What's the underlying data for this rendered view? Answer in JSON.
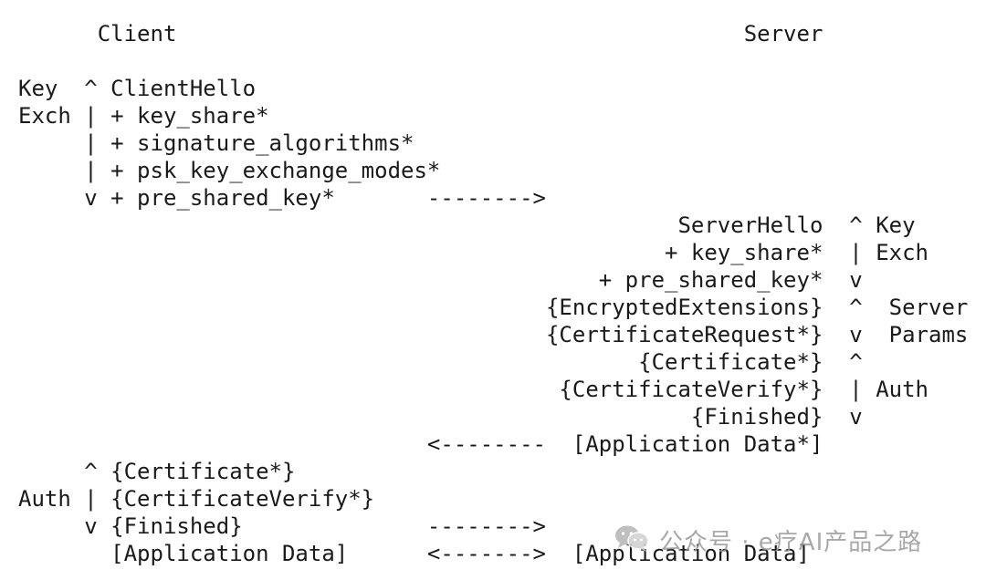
{
  "diagram": {
    "lines": [
      "      Client                                           Server",
      "",
      "Key  ^ ClientHello",
      "Exch | + key_share*",
      "     | + signature_algorithms*",
      "     | + psk_key_exchange_modes*",
      "     v + pre_shared_key*       -------->",
      "                                                  ServerHello  ^ Key",
      "                                                 + key_share*  | Exch",
      "                                            + pre_shared_key*  v",
      "                                        {EncryptedExtensions}  ^  Server",
      "                                        {CertificateRequest*}  v  Params",
      "                                               {Certificate*}  ^",
      "                                         {CertificateVerify*}  | Auth",
      "                                                   {Finished}  v",
      "                               <--------  [Application Data*]",
      "     ^ {Certificate*}",
      "Auth | {CertificateVerify*}",
      "     v {Finished}              -------->",
      "       [Application Data]      <------->  [Application Data]"
    ]
  },
  "watermark": {
    "text": "公众号 · e疗AI产品之路",
    "icon": "wechat-icon"
  }
}
